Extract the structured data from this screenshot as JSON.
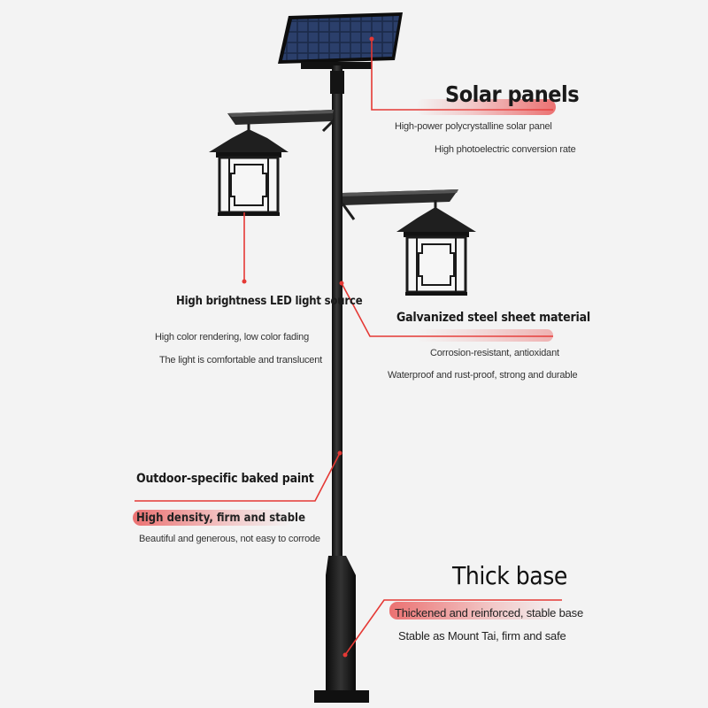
{
  "callouts": {
    "solar": {
      "title": "Solar panels",
      "line1": "High-power polycrystalline solar panel",
      "line2": "High photoelectric conversion rate"
    },
    "led": {
      "title": "High brightness LED light source",
      "line1": "High color rendering, low color fading",
      "line2": "The light is comfortable and translucent"
    },
    "steel": {
      "title": "Galvanized steel sheet material",
      "line1": "Corrosion-resistant, antioxidant",
      "line2": "Waterproof and rust-proof, strong and durable"
    },
    "paint": {
      "title": "Outdoor-specific baked paint",
      "line1": "High density, firm and stable",
      "line2": "Beautiful and generous, not easy to corrode"
    },
    "base": {
      "title": "Thick base",
      "line1": "Thickened and reinforced, stable base",
      "line2": "Stable as Mount Tai, firm and safe"
    }
  },
  "colors": {
    "accent": "#e53935",
    "pole": "#1c1c1c",
    "background": "#f3f3f3"
  }
}
